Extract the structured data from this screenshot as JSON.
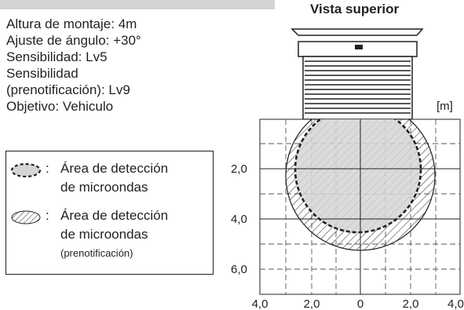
{
  "specs": {
    "line1": "Altura de montaje: 4m",
    "line2": "Ajuste de ángulo: +30°",
    "line3": "Sensibilidad: Lv5",
    "line4": "Sensibilidad",
    "line5": "(prenotificación): Lv9",
    "line6": "Objetivo: Vehiculo"
  },
  "legend": {
    "item1": {
      "icon": "gray-dashed-ellipse-icon",
      "colon": ":",
      "line1": "Área de detección",
      "line2": "de microondas"
    },
    "item2": {
      "icon": "hatched-ellipse-icon",
      "colon": ":",
      "line1": "Área de detección",
      "line2": "de microondas",
      "line3": "(prenotificación)"
    }
  },
  "diagram": {
    "title": "Vista superior",
    "unit": "[m]",
    "y_ticks": [
      "2,0",
      "4,0",
      "6,0"
    ],
    "x_ticks": [
      "4,0",
      "2,0",
      "0",
      "2,0",
      "4,0"
    ],
    "colors": {
      "detection_fill": "#d5d5d5",
      "line": "#231f20",
      "grid": "#555555"
    }
  }
}
